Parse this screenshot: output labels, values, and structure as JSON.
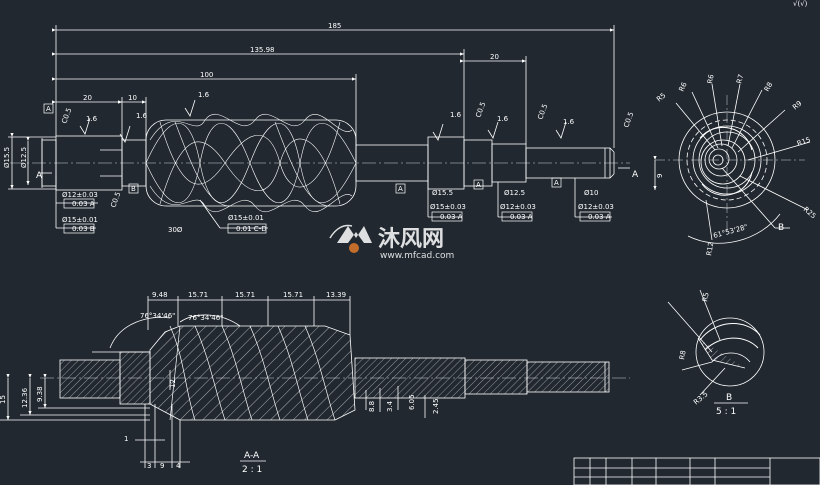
{
  "corner_mark": "√(√)",
  "top_view": {
    "dims": {
      "overall": "185",
      "len_135": "135.98",
      "len_100": "100",
      "len_20_right": "20",
      "len_20_left": "20",
      "len_10": "10",
      "dia_left": "Ø15.5",
      "dia_left2": "Ø12.5",
      "len_30": "30Ø"
    },
    "roughness": [
      "1.6",
      "1.6",
      "1.6",
      "1.6",
      "1.6",
      "1.6"
    ],
    "chamfers": [
      "C0.5",
      "C0.5",
      "C0.5",
      "C0.5",
      "C0.5"
    ],
    "datum_letters": [
      "A",
      "B",
      "A",
      "A",
      "A",
      "A"
    ],
    "section_marks": [
      "A",
      "A"
    ],
    "detail_mark": "B",
    "tolerances": {
      "t1": "Ø12±0.03",
      "t1b": "0.03 A",
      "t2": "Ø15±0.01",
      "t2b": "0.03 B",
      "t3": "Ø15±0.01",
      "t3b": "0.01 C-D",
      "t4": "Ø15.5",
      "t4b": "Ø15±0.03",
      "t4c": "0.03 A",
      "t5": "Ø12.5",
      "t5b": "Ø12±0.03",
      "t5c": "0.03 A",
      "t6": "Ø10",
      "t6b": "Ø12±0.03",
      "t6c": "0.03 A"
    }
  },
  "circle_view": {
    "radii": [
      "R5",
      "R6",
      "R6",
      "R7",
      "R8",
      "R9",
      "R15",
      "R25",
      "R12"
    ],
    "dim_9": "9",
    "angle": "61°53'28\"",
    "label_A": "A",
    "label_B": "B"
  },
  "section_view": {
    "top_dims": [
      "9.48",
      "15.71",
      "15.71",
      "15.71",
      "13.39"
    ],
    "angles": [
      "76°34'46\"",
      "76°34'46\""
    ],
    "left_dims": [
      "15",
      "12.36",
      "9.38"
    ],
    "bottom_dims": [
      "1",
      "3",
      "9",
      "4"
    ],
    "inner_dims": [
      "12",
      "6.05",
      "2.45",
      "8.8",
      "3.4"
    ],
    "label": "A-A",
    "scale": "2 : 1"
  },
  "detail_view": {
    "radii": [
      "R5",
      "R8",
      "R3.5"
    ],
    "label": "B",
    "scale": "5 : 1"
  },
  "watermark": {
    "title": "沐风网",
    "url": "www.mfcad.com"
  }
}
